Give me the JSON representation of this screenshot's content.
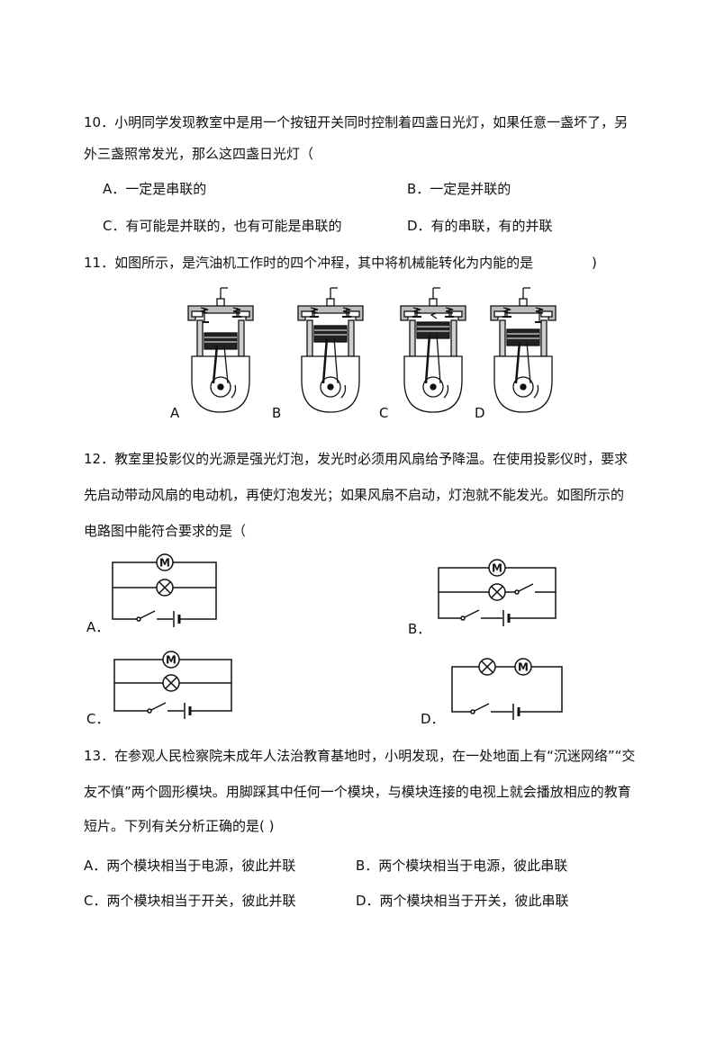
{
  "q10": {
    "line1": "10．小明同学发现教室中是用一个按钮开关同时控制着四盏日光灯，如果任意一盏坏了，另",
    "line2": "外三盏照常发光，那么这四盏日光灯（",
    "options": {
      "A": "A．一定是串联的",
      "B": "B．一定是并联的",
      "C": "C．有可能是并联的，也有可能是串联的",
      "D": "D．有的串联，有的并联"
    }
  },
  "q11": {
    "stem": "11．如图所示，是汽油机工作时的四个冲程，其中将机械能转化为内能的是",
    "paren": ")",
    "labels": [
      "A",
      "B",
      "C",
      "D"
    ]
  },
  "q12": {
    "line1": "12．教室里投影仪的光源是强光灯泡，发光时必须用风扇给予降温。在使用投影仪时，要求",
    "line2": "先启动带动风扇的电动机，再使灯泡发光；如果风扇不启动，灯泡就不能发光。如图所示的",
    "line3": "电路图中能符合要求的是（",
    "labels": {
      "A": "A．",
      "B": "B．",
      "C": "C．",
      "D": "D．"
    },
    "motor_symbol": "M"
  },
  "q13": {
    "line1": "13．在参观人民检察院未成年人法治教育基地时，小明发现，在一处地面上有“沉迷网络”“交",
    "line2": "友不慎”两个圆形模块。用脚踩其中任何一个模块，与模块连接的电视上就会播放相应的教育",
    "line3": "短片。下列有关分析正确的是(      )",
    "options": {
      "A": "A．两个模块相当于电源，彼此并联",
      "B": "B．两个模块相当于电源，彼此串联",
      "C": "C．两个模块相当于开关，彼此并联",
      "D": "D．两个模块相当于开关，彼此串联"
    }
  }
}
